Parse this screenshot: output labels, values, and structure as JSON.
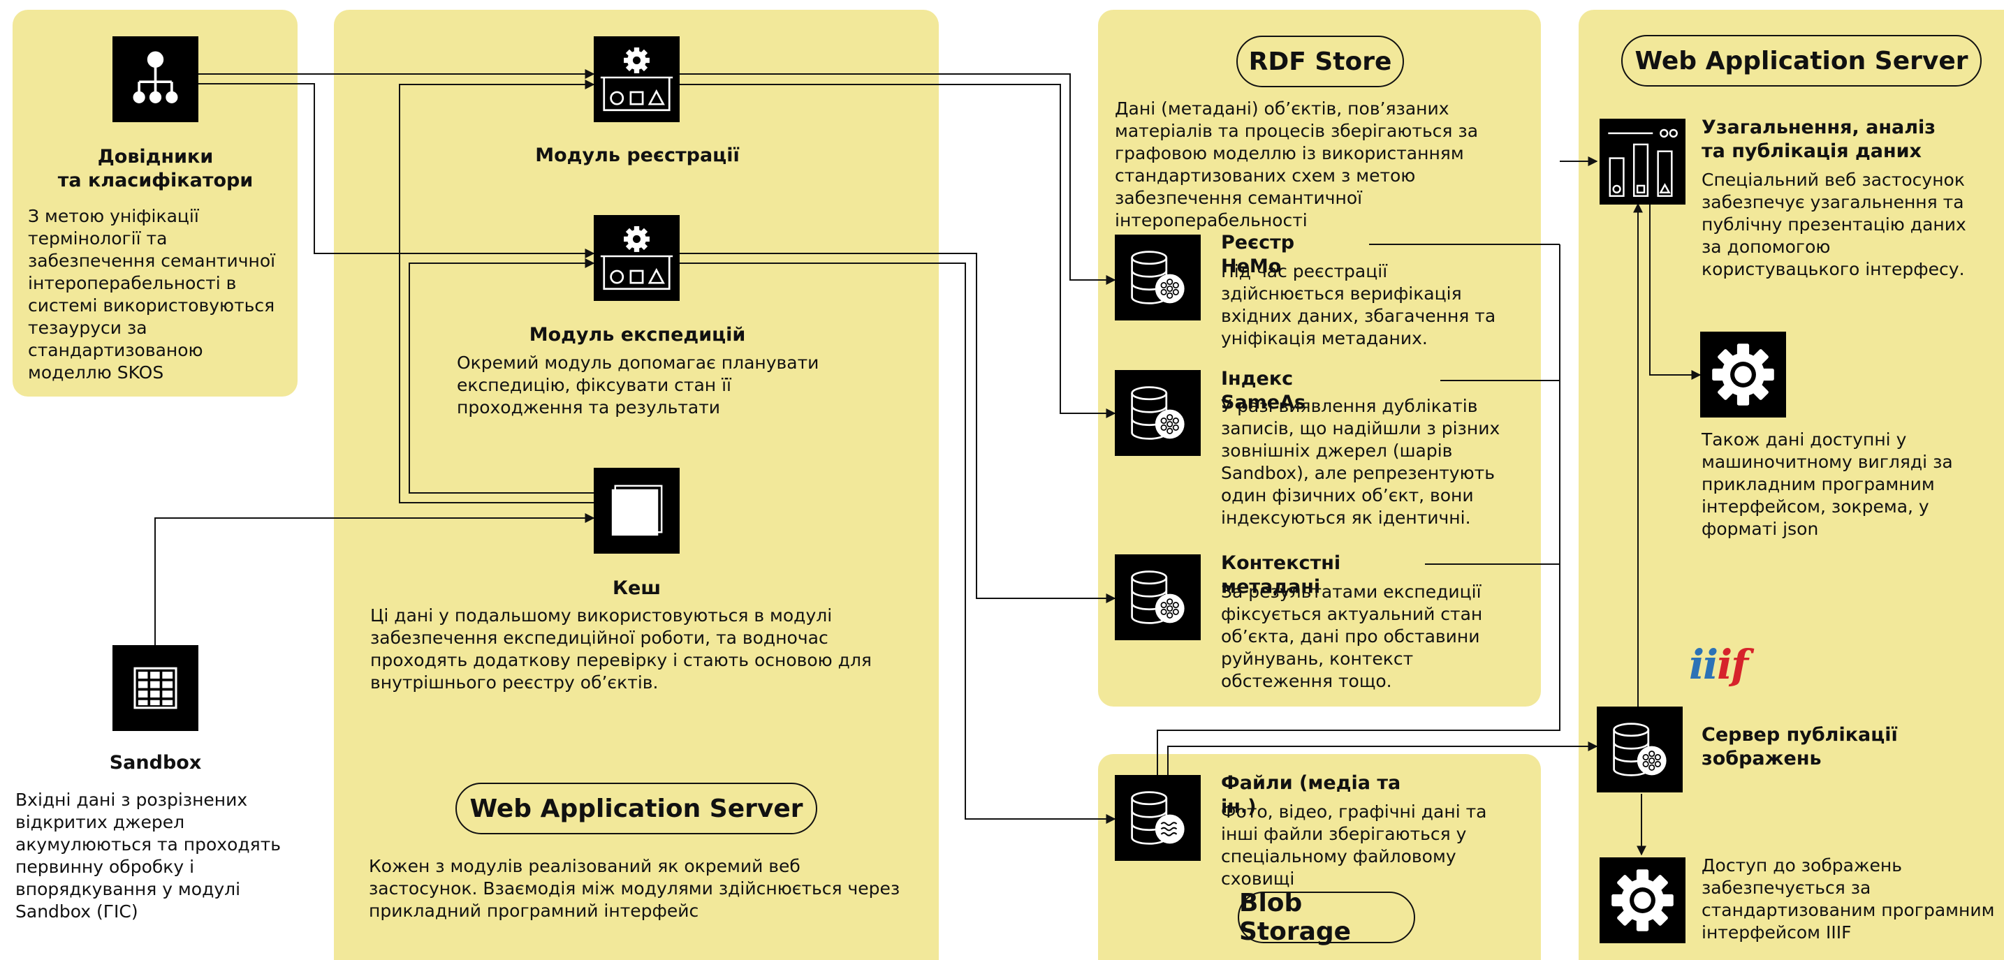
{
  "dictionaries": {
    "title_line1": "Довідники",
    "title_line2": "та класифікатори",
    "text": "З метою уніфікації термінології та забезпечення семантичної інтероперабельності в системі використовуються тезауруси за стандартизованою моделлю SKOS"
  },
  "sandbox": {
    "title": "Sandbox",
    "text": "Вхідні дані з розрізнених відкритих джерел акумулюються та проходять первинну обробку і впорядкування у модулі Sandbox (ГІС)"
  },
  "middle": {
    "registration_title": "Модуль реєстрації",
    "expedition_title": "Модуль експедицій",
    "expedition_text": "Окремий модуль допомагає планувати експедицію, фіксувати стан її проходження та результати",
    "cache_title": "Кеш",
    "cache_text": "Ці дані у подальшому використовуються в модулі забезпечення експедиційної роботи, та водночас проходять додаткову перевірку і стають основою для внутрішнього реєстру об’єктів.",
    "server_label": "Web Application Server",
    "server_text": "Кожен з модулів реалізований як окремий веб застосунок. Взаємодія між модулями здійснюється через прикладний програмний інтерфейс"
  },
  "rdf": {
    "label": "RDF Store",
    "intro": "Дані (метадані) об’єктів, пов’язаних матеріалів та процесів зберігаються за графовою моделлю із використанням стандартизованих схем з метою забезпечення семантичної інтероперабельності",
    "registry_title": "Реєстр НеМо",
    "registry_text": "Під час реєстрації здійснюється верифікація вхідних даних, збагачення та уніфікація метаданих.",
    "sameas_title": "Індекс SameAs",
    "sameas_text": "У разі виявлення дублікатів записів, що надійшли з різних зовнішніх джерел (шарів Sandbox), але репрезентують один фізичних об’єкт, вони індексуються як ідентичні.",
    "context_title": "Контекстні метадані",
    "context_text": "За результатами експедиції фіксується актуальний стан об’єкта, дані про обставини руйнувань, контекст обстеження тощо."
  },
  "blob": {
    "files_title": "Файли (медіа та ін.)",
    "files_text": "Фото, відео, графічні дані та інші файли зберігаються у спеціальному файловому сховищі",
    "label": "Blob Storage"
  },
  "right": {
    "label": "Web Application Server",
    "analysis_title": "Узагальнення, аналіз та публікація даних",
    "analysis_text": "Спеціальний веб застосунок забезпечує узагальнення та публічну презентацію даних за допомогою користувацького інтерфесу.",
    "api_text": "Також дані доступні у машиночитному вигляді за прикладним  програмним інтерфейсом, зокрема, у форматі json",
    "iiif_logo": "iiif",
    "image_server_title": "Сервер публікації зображень",
    "iiif_access_text": "Доступ до зображень забезпечується за стандартизованим програмним інтерфейсом IIIF"
  },
  "colors": {
    "panel": "#f2e89a",
    "icon": "#000000",
    "iiif_red": "#d6232b",
    "iiif_blue": "#2c72b6"
  }
}
